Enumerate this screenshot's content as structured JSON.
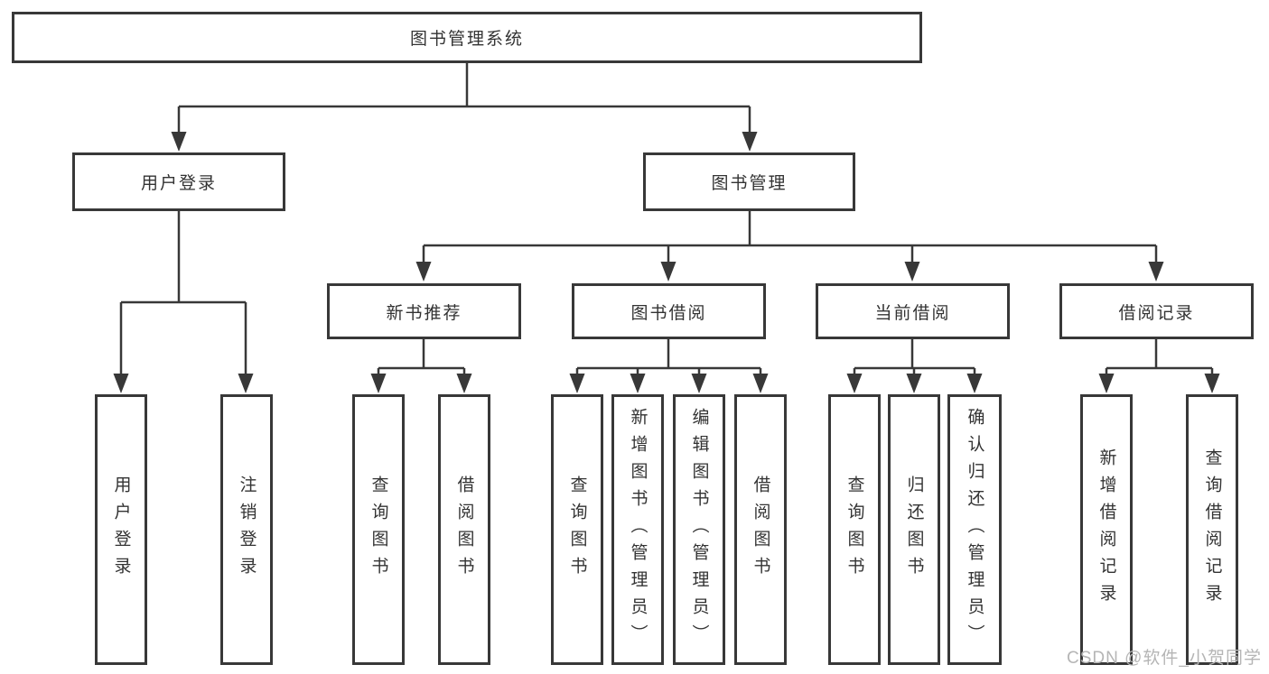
{
  "tree": {
    "label": "图书管理系统",
    "children": [
      {
        "label": "用户登录",
        "children": [
          {
            "label": "用户登录"
          },
          {
            "label": "注销登录"
          }
        ]
      },
      {
        "label": "图书管理",
        "children": [
          {
            "label": "新书推荐",
            "children": [
              {
                "label": "查询图书"
              },
              {
                "label": "借阅图书"
              }
            ]
          },
          {
            "label": "图书借阅",
            "children": [
              {
                "label": "查询图书"
              },
              {
                "label": "新增图书（管理员）"
              },
              {
                "label": "编辑图书（管理员）"
              },
              {
                "label": "借阅图书"
              }
            ]
          },
          {
            "label": "当前借阅",
            "children": [
              {
                "label": "查询图书"
              },
              {
                "label": "归还图书"
              },
              {
                "label": "确认归还（管理员）"
              }
            ]
          },
          {
            "label": "借阅记录",
            "children": [
              {
                "label": "新增借阅记录"
              },
              {
                "label": "查询借阅记录"
              }
            ]
          }
        ]
      }
    ]
  },
  "watermark": "CSDN @软件_小贺同学",
  "colors": {
    "line": "#383838",
    "text": "#333333",
    "watermark": "#b5b5b5",
    "background": "#ffffff"
  }
}
